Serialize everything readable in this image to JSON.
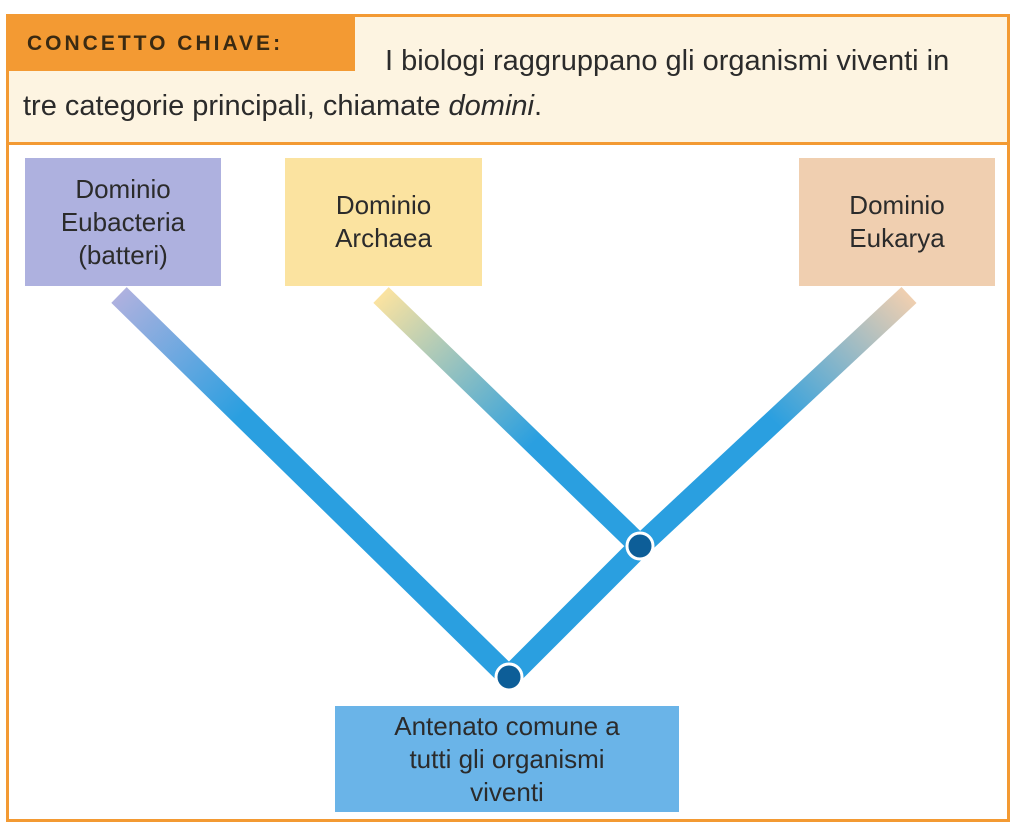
{
  "concept": {
    "tag": "CONCETTO CHIAVE:",
    "text_before": "I biologi raggruppano gli organismi viventi in tre categorie principali, chiamate ",
    "text_emph": "domini",
    "text_after": "."
  },
  "domains": {
    "eubacteria": {
      "label": "Dominio\nEubacteria\n(batteri)",
      "color": "#aeb1df"
    },
    "archaea": {
      "label": "Dominio\nArchaea",
      "color": "#fbe3a0"
    },
    "eukarya": {
      "label": "Dominio\nEukarya",
      "color": "#f0cfb0"
    }
  },
  "ancestor": {
    "label": "Antenato comune a\ntutti gli organismi\nviventi",
    "color": "#6ab4e8"
  },
  "colors": {
    "border": "#f39a33",
    "branch": "#2a9fe0",
    "node": "#0d5e98"
  }
}
